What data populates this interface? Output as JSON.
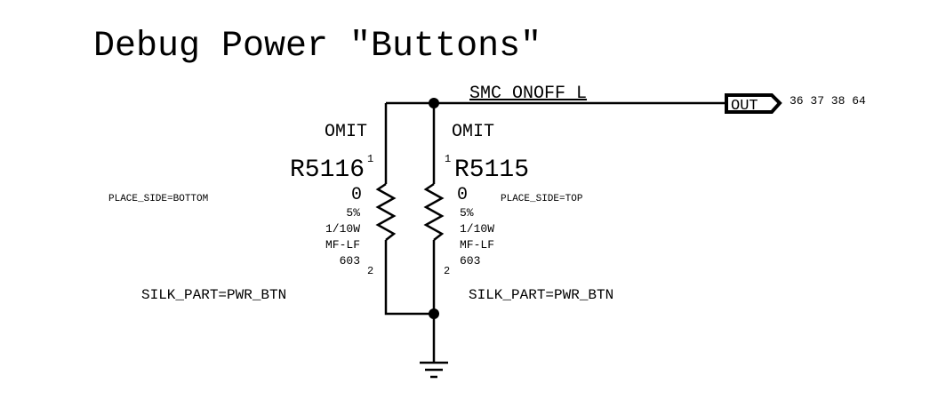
{
  "title": "Debug Power \"Buttons\"",
  "net": {
    "name": "SMC_ONOFF_L",
    "port_label": "OUT",
    "page_refs": "36 37 38 64"
  },
  "resistors": [
    {
      "ref": "R5116",
      "omit": "OMIT",
      "value": "0",
      "tolerance": "5%",
      "power": "1/10W",
      "type": "MF-LF",
      "package": "603",
      "pin1": "1",
      "pin2": "2",
      "place_side": "PLACE_SIDE=BOTTOM",
      "silk": "SILK_PART=PWR_BTN"
    },
    {
      "ref": "R5115",
      "omit": "OMIT",
      "value": "0",
      "tolerance": "5%",
      "power": "1/10W",
      "type": "MF-LF",
      "package": "603",
      "pin1": "1",
      "pin2": "2",
      "place_side": "PLACE_SIDE=TOP",
      "silk": "SILK_PART=PWR_BTN"
    }
  ]
}
